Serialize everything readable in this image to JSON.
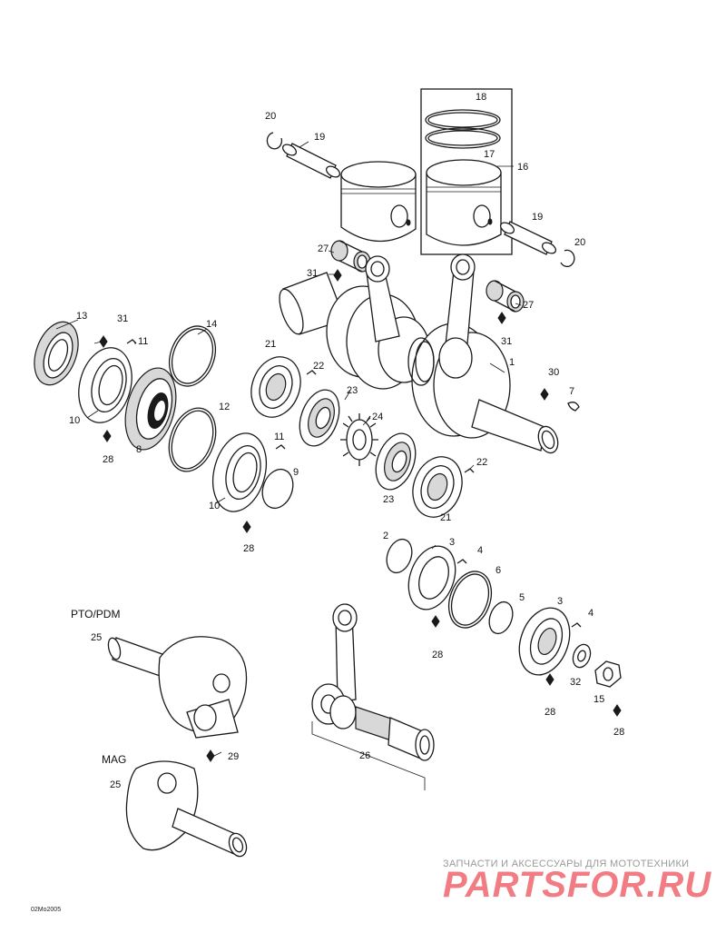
{
  "callouts": [
    "20",
    "19",
    "18",
    "17",
    "16",
    "19",
    "20",
    "27",
    "31",
    "27",
    "31",
    "13",
    "31",
    "11",
    "14",
    "21",
    "22",
    "1",
    "30",
    "7",
    "10",
    "8",
    "28",
    "12",
    "11",
    "9",
    "23",
    "24",
    "23",
    "21",
    "22",
    "10",
    "28",
    "2",
    "3",
    "4",
    "6",
    "5",
    "3",
    "4",
    "28",
    "32",
    "15",
    "28",
    "25",
    "29",
    "26",
    "25",
    "28"
  ],
  "sections": {
    "pto": "PTO/PDM",
    "mag": "MAG"
  },
  "reference_code": "02Mo2005",
  "watermark": {
    "tagline": "ЗАПЧАСТИ И АКСЕССУАРЫ ДЛЯ МОТОТЕХНИКИ",
    "logo": "PARTSFOR.RU"
  }
}
